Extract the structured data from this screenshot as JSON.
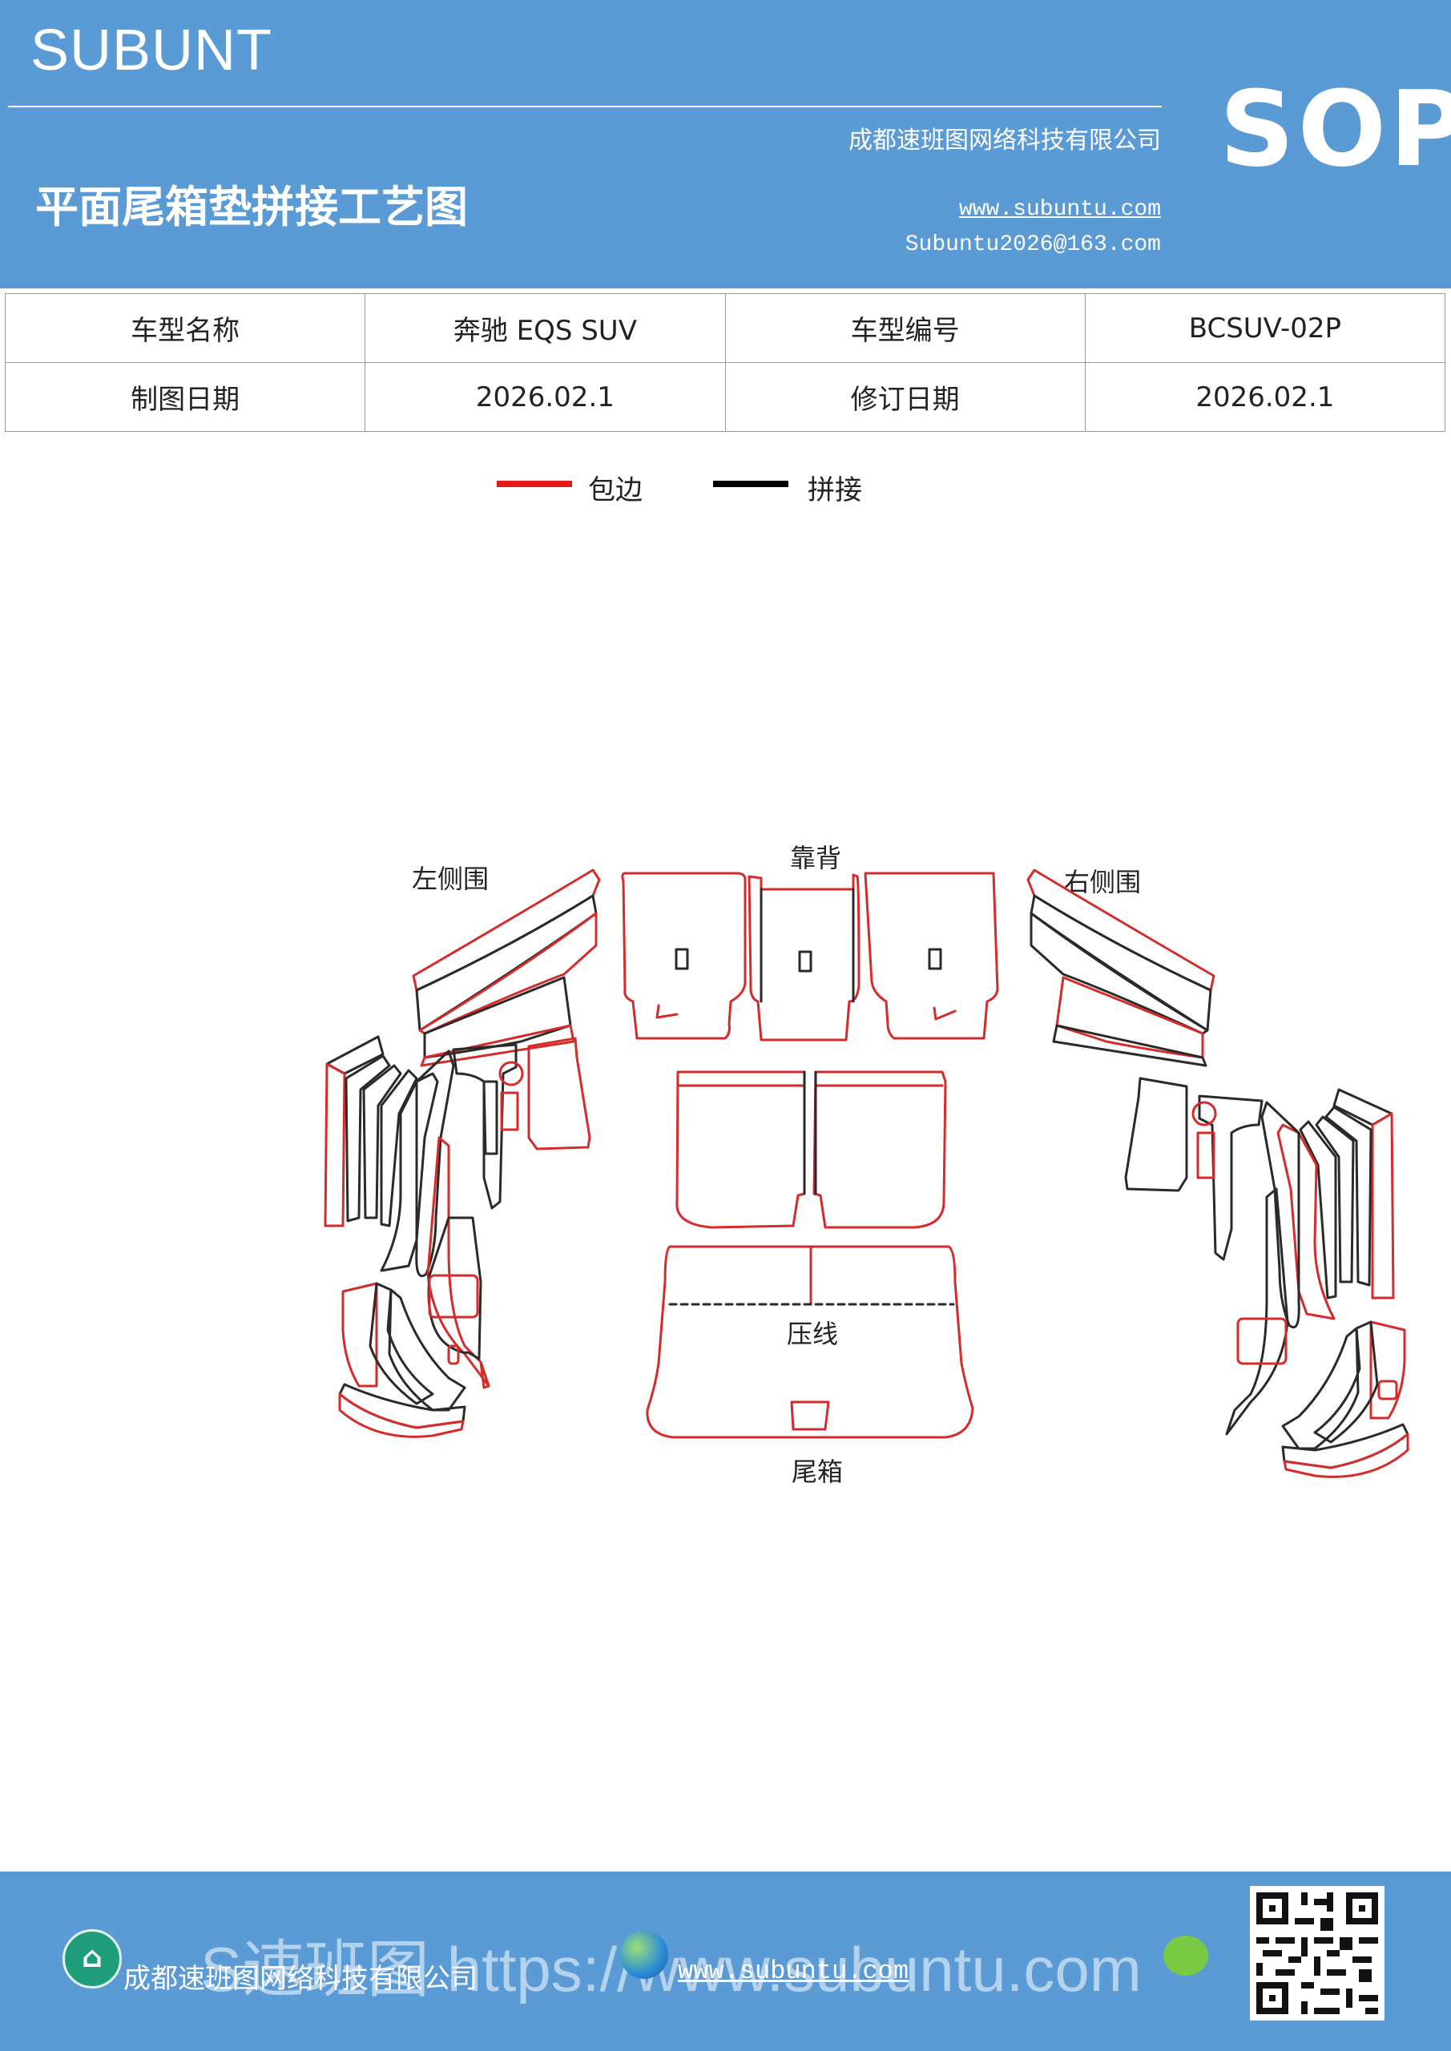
{
  "header": {
    "brand": "SUBUNT",
    "title": "平面尾箱垫拼接工艺图",
    "company": "成都速班图网络科技有限公司",
    "website": "www.subuntu.com",
    "email": "Subuntu2026@163.com",
    "badge": "SOP"
  },
  "info_table": {
    "rows": [
      [
        "车型名称",
        "奔驰 EQS  SUV",
        "车型编号",
        "BCSUV-02P"
      ],
      [
        "制图日期",
        "2026.02.1",
        "修订日期",
        "2026.02.1"
      ]
    ]
  },
  "legend": {
    "items": [
      {
        "label": "包边",
        "color": "#e41a1a"
      },
      {
        "label": "拼接",
        "color": "#000000"
      }
    ]
  },
  "diagram": {
    "labels": {
      "left": "左侧围",
      "back": "靠背",
      "right": "右侧围",
      "press_line": "压线",
      "trunk": "尾箱"
    },
    "edge_color": "#d62b2b",
    "seam_color": "#2a2a2a"
  },
  "footer": {
    "company": "成都速班图网络科技有限公司",
    "website": "www.subuntu.com",
    "watermark": "S速班图 https://www.subuntu.com",
    "logo_icon": "building-icon"
  }
}
